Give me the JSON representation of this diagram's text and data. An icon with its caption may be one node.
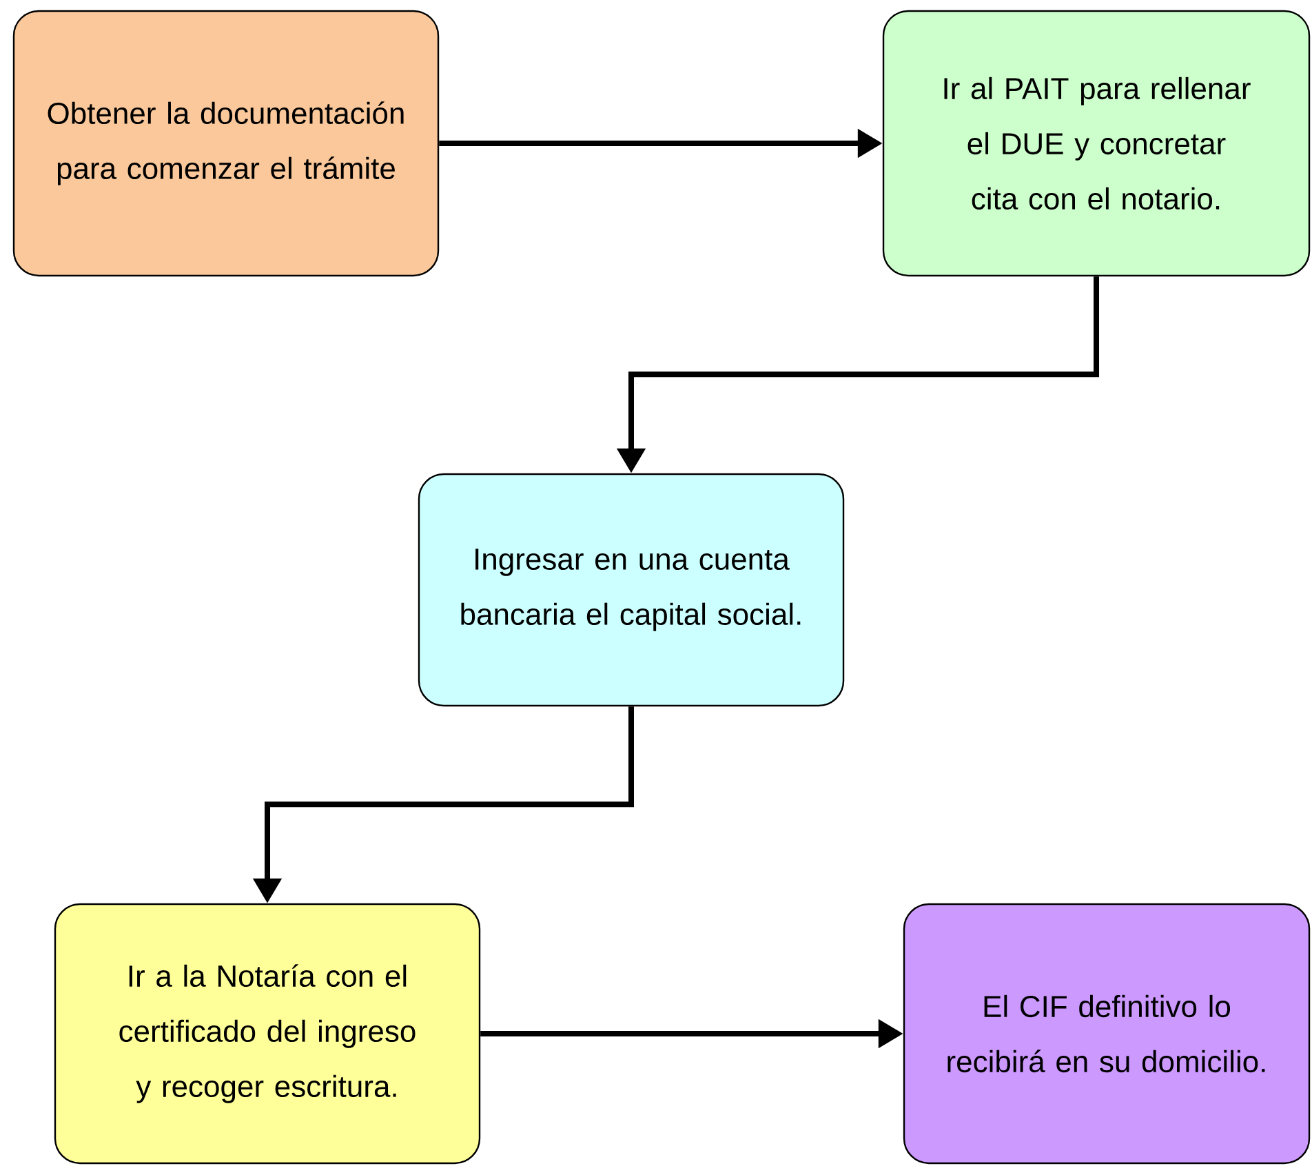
{
  "diagram": {
    "nodes": [
      {
        "text": [
          "Obtener la documentación para comenzar el trámite"
        ]
      },
      {
        "text": [
          "Ir al PAIT para rellenar el DUE y concretar cita con el notario."
        ]
      },
      {
        "text": [
          "Ingresar en una cuenta bancaria el capital social."
        ]
      },
      {
        "text": [
          "Ir a la Notaría con el certificado del ingreso y recoger escritura."
        ]
      },
      {
        "text": [
          "El CIF definitivo lo recibirá en su domicilio."
        ]
      }
    ],
    "edges": [
      {
        "from": 0,
        "to": 1,
        "arrow": "to"
      },
      {
        "from": 1,
        "to": 2,
        "arrow": "to"
      },
      {
        "from": 2,
        "to": 3,
        "arrow": "to"
      },
      {
        "from": 3,
        "to": 4,
        "arrow": "to"
      }
    ]
  }
}
